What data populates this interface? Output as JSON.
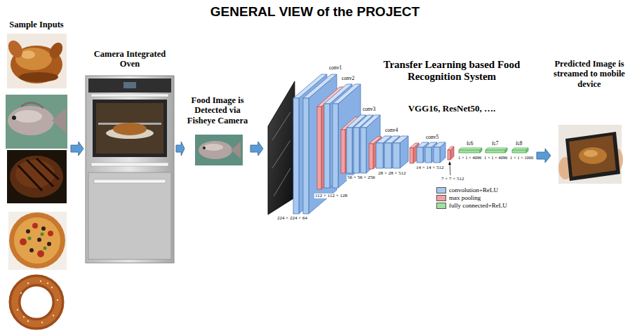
{
  "diagram": {
    "title": "GENERAL VIEW of the PROJECT",
    "nodes": [
      {
        "text": [
          "Sample Inputs"
        ]
      },
      {
        "text": [
          "Camera Integrated Oven"
        ]
      },
      {
        "text": [
          "Food Image is Detected via Fisheye Camera"
        ]
      },
      {
        "text": [
          "Transfer Learning based Food Recognition System",
          "VGG16, ResNet50, …."
        ]
      },
      {
        "text": [
          "Predicted Image is streamed to mobile device"
        ]
      }
    ],
    "edges": [
      {
        "from": 0,
        "to": 1,
        "arrow": "to"
      },
      {
        "from": 1,
        "to": 2,
        "arrow": "to"
      },
      {
        "from": 2,
        "to": 3,
        "arrow": "to"
      },
      {
        "from": 3,
        "to": 4,
        "arrow": "to"
      }
    ],
    "labels": [
      "conv1",
      "conv2",
      "conv3",
      "conv4",
      "conv5",
      "fc6",
      "fc7",
      "fc8",
      "224 × 224 × 64",
      "112 × 112 × 128",
      "56 × 56 × 256",
      "28 × 28 × 512",
      "14 × 14 × 512",
      "7 × 7 × 512",
      "1 × 1 × 4096",
      "1 × 1 × 4096",
      "1 × 1 × 1000"
    ],
    "legend": [
      {
        "text": "convolution+ReLU",
        "color": "#a9c8ee"
      },
      {
        "text": "max pooling",
        "color": "#f3a0a0"
      },
      {
        "text": "fully connected+ReLU",
        "color": "#9de29d"
      }
    ]
  }
}
